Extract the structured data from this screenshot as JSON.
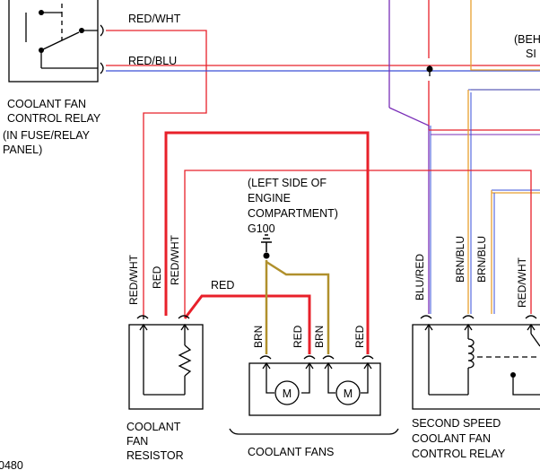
{
  "labels": {
    "relay_wire_top": "RED/WHT",
    "relay_wire_bottom": "RED/BLU",
    "relay_name_1": "COOLANT FAN",
    "relay_name_2": "CONTROL RELAY",
    "relay_loc_1": "(IN FUSE/RELAY",
    "relay_loc_2": "PANEL)",
    "behind_1": "(BEH",
    "behind_2": "SI",
    "ground_1": "(LEFT SIDE OF",
    "ground_2": "ENGINE",
    "ground_3": "COMPARTMENT)",
    "ground_4": "G100",
    "res_wire_1": "RED/WHT",
    "res_wire_2": "RED",
    "res_wire_3": "RED/WHT",
    "red_wire": "RED",
    "fan_brn": "BRN",
    "fan_red_1": "RED",
    "fan_brn_2": "BRN",
    "fan_red_2": "RED",
    "relay2_w1": "BLU/RED",
    "relay2_w2": "BRN/BLU",
    "relay2_w3": "BRN/BLU",
    "relay2_w4": "RED/WHT",
    "resistor_1": "COOLANT",
    "resistor_2": "FAN",
    "resistor_3": "RESISTOR",
    "fans": "COOLANT FANS",
    "relay2_1": "SECOND SPEED",
    "relay2_2": "COOLANT FAN",
    "relay2_3": "CONTROL RELAY",
    "code": "0480",
    "motor_1": "M",
    "motor_2": "M"
  },
  "colors": {
    "red": "#e8202a",
    "blue": "#3a4fd8",
    "purple": "#7a2fb8",
    "orange": "#e8a030",
    "olive": "#b0902c",
    "black": "#000000"
  }
}
